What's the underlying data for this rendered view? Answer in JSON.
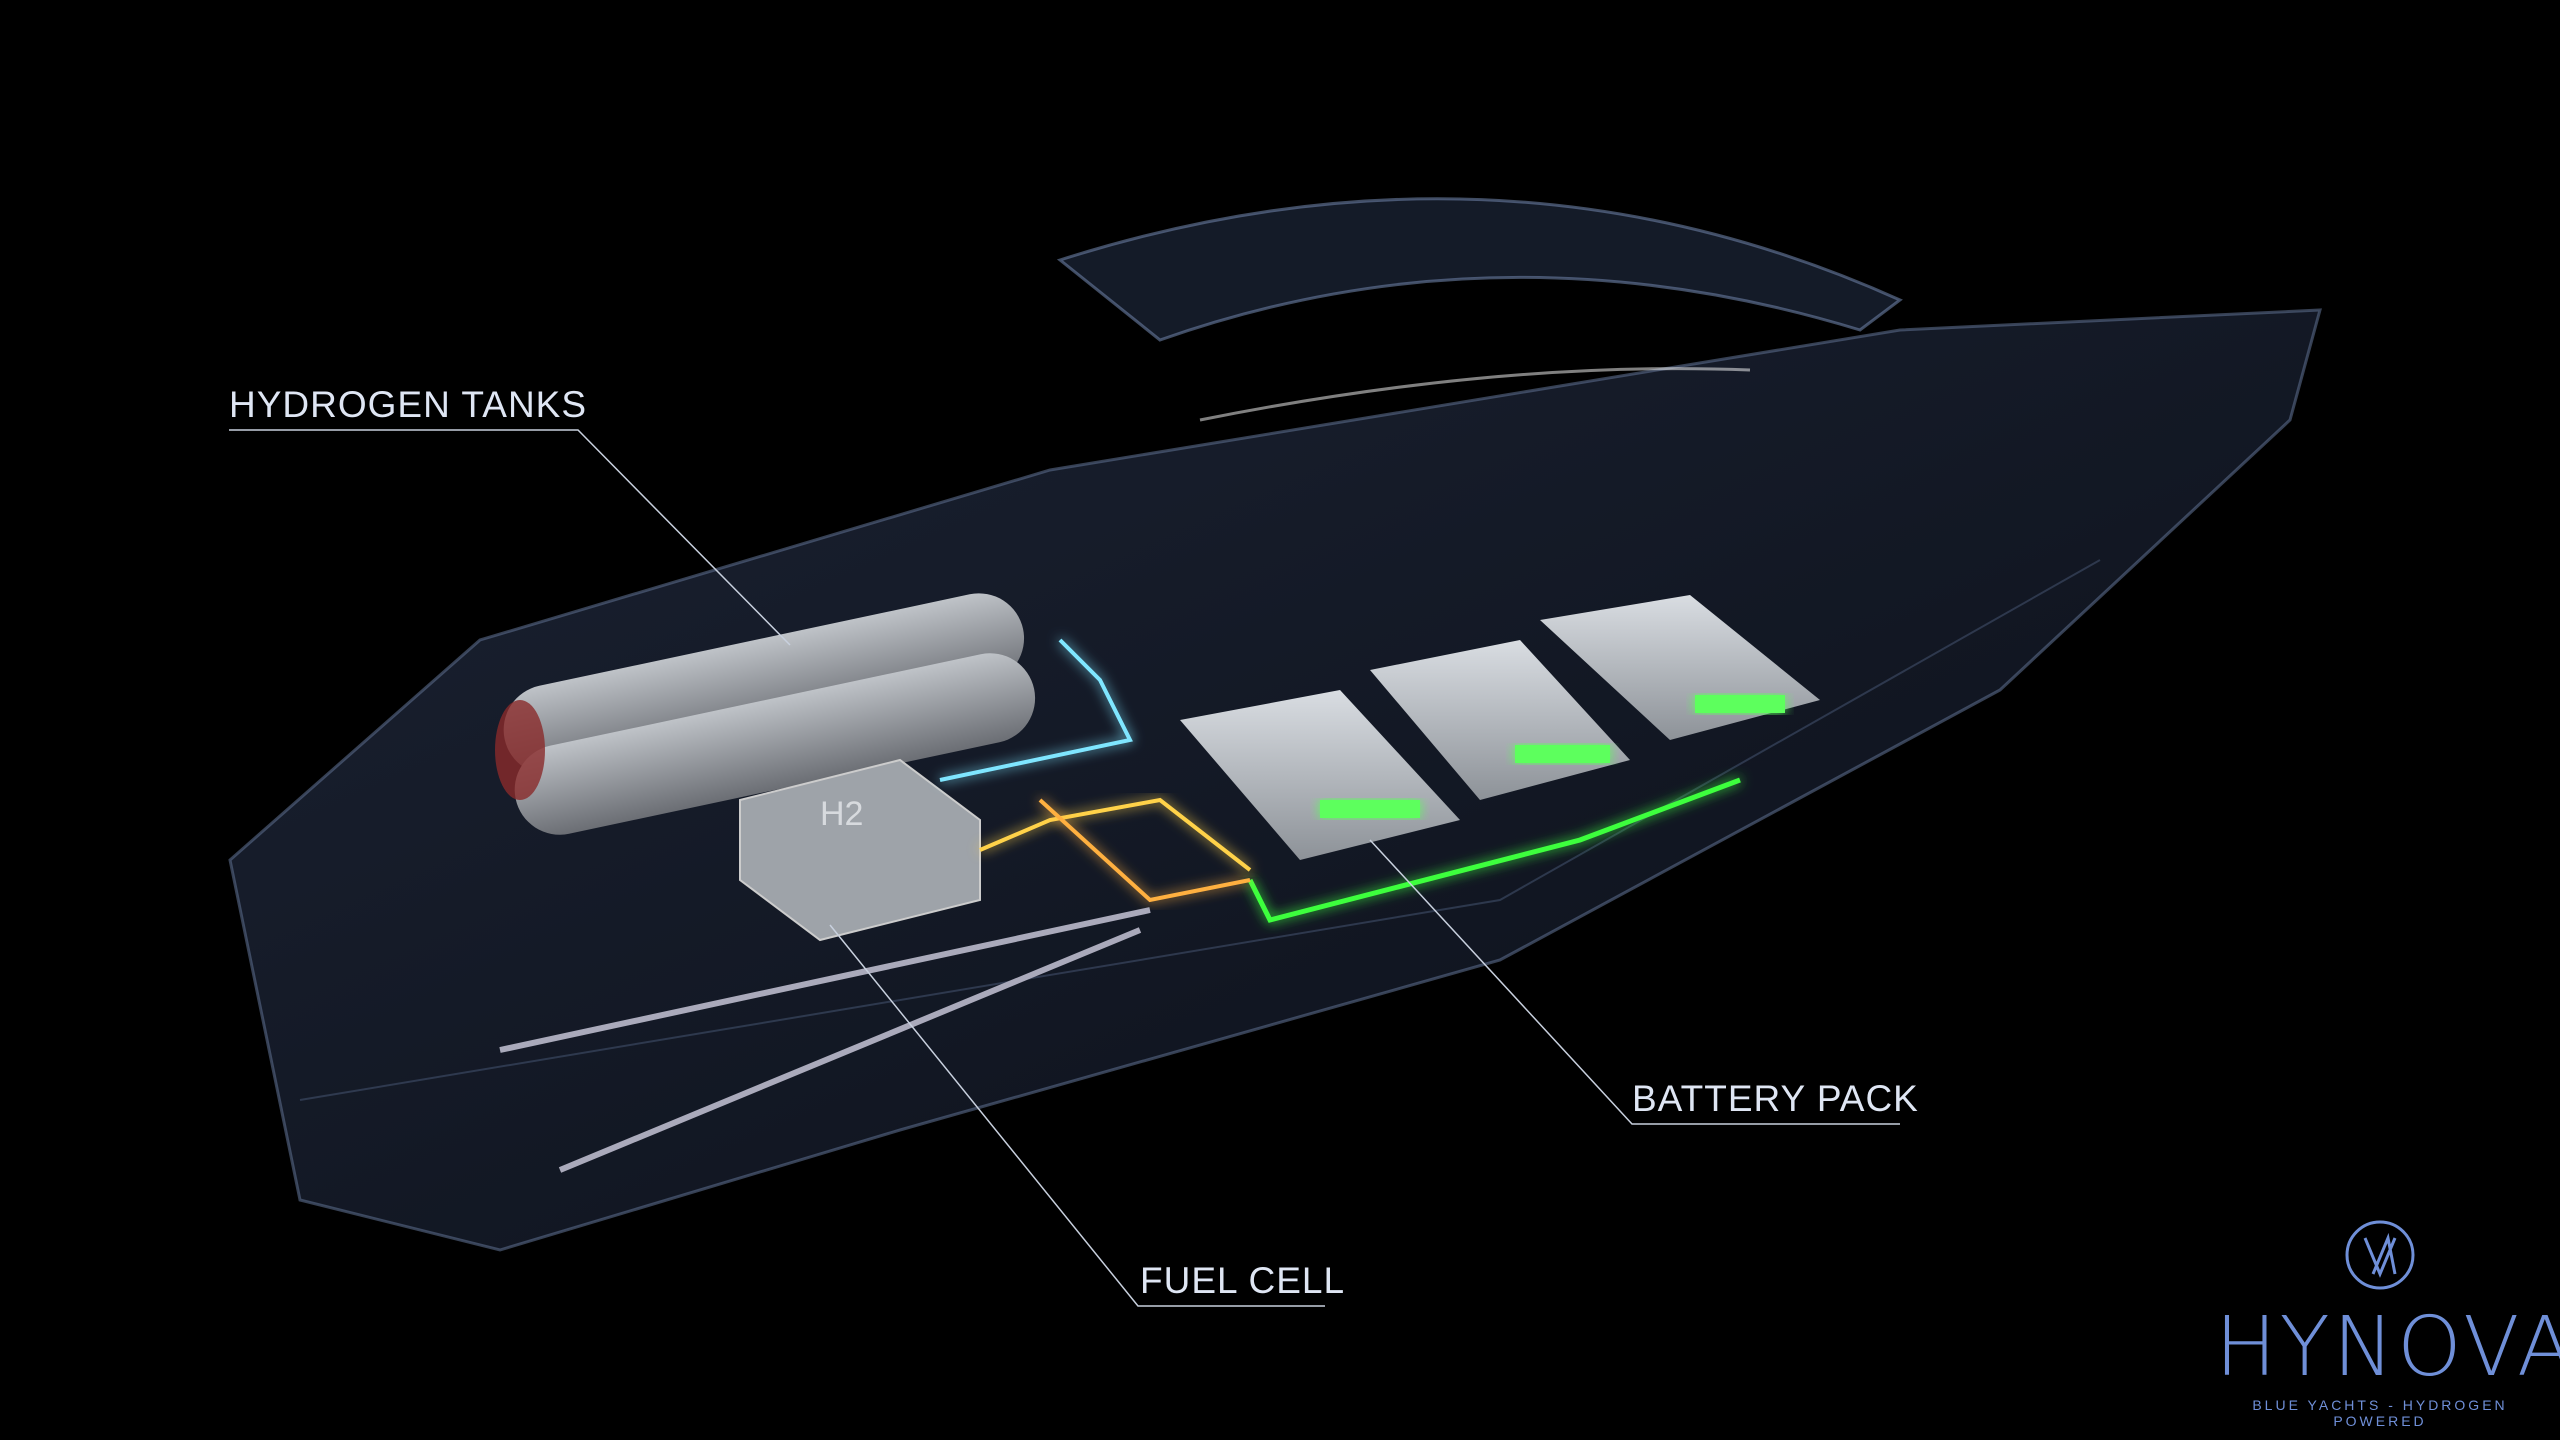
{
  "labels": {
    "hydrogen_tanks": "HYDROGEN TANKS",
    "battery_pack": "BATTERY PACK",
    "fuel_cell": "FUEL CELL"
  },
  "logo": {
    "wordmark": "HYNOVA",
    "tagline": "BLUE YACHTS - HYDROGEN POWERED",
    "color": "#6f8fd8"
  },
  "tank_marking": "H2",
  "colors": {
    "background": "#000000",
    "battery_glow": "#3dff3d",
    "hydrogen_line": "#7fe6ff",
    "fuel_line": "#ffd24a"
  }
}
